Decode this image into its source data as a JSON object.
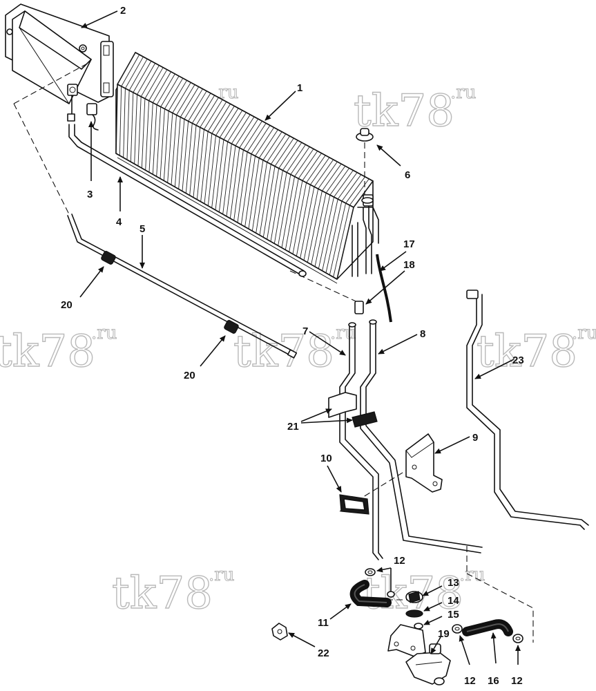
{
  "watermark": {
    "brand": "tk78",
    "suffix": ".ru"
  },
  "callouts": [
    {
      "id": "c1",
      "label": "1"
    },
    {
      "id": "c2",
      "label": "2"
    },
    {
      "id": "c3",
      "label": "3"
    },
    {
      "id": "c4",
      "label": "4"
    },
    {
      "id": "c5",
      "label": "5"
    },
    {
      "id": "c6",
      "label": "6"
    },
    {
      "id": "c7",
      "label": "7"
    },
    {
      "id": "c8",
      "label": "8"
    },
    {
      "id": "c9",
      "label": "9"
    },
    {
      "id": "c10",
      "label": "10"
    },
    {
      "id": "c11",
      "label": "11"
    },
    {
      "id": "c12a",
      "label": "12"
    },
    {
      "id": "c12b",
      "label": "12"
    },
    {
      "id": "c12c",
      "label": "12"
    },
    {
      "id": "c13",
      "label": "13"
    },
    {
      "id": "c14",
      "label": "14"
    },
    {
      "id": "c15",
      "label": "15"
    },
    {
      "id": "c16",
      "label": "16"
    },
    {
      "id": "c17",
      "label": "17"
    },
    {
      "id": "c18",
      "label": "18"
    },
    {
      "id": "c19",
      "label": "19"
    },
    {
      "id": "c20a",
      "label": "20"
    },
    {
      "id": "c20b",
      "label": "20"
    },
    {
      "id": "c21",
      "label": "21"
    },
    {
      "id": "c22",
      "label": "22"
    },
    {
      "id": "c23",
      "label": "23"
    }
  ]
}
